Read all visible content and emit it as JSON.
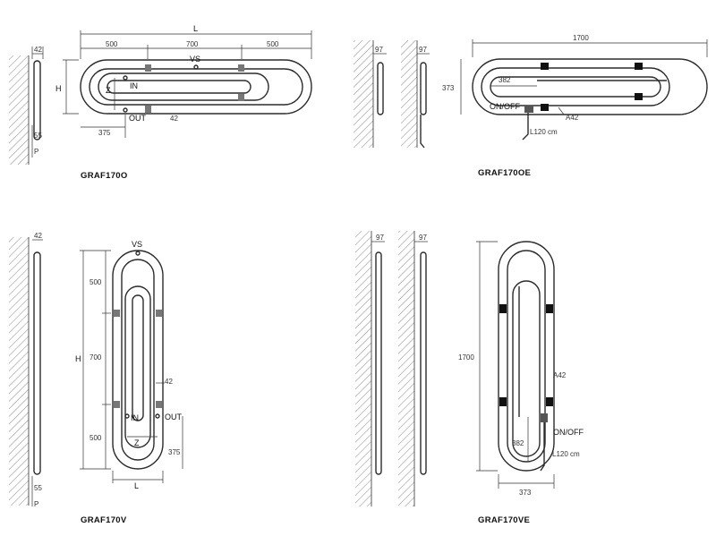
{
  "models": {
    "tl": {
      "title": "GRAF170O"
    },
    "tr": {
      "title": "GRAF170OE"
    },
    "bl": {
      "title": "GRAF170V"
    },
    "br": {
      "title": "GRAF170VE"
    }
  },
  "labels": {
    "L": "L",
    "H": "H",
    "Z": "Z",
    "P": "P",
    "VS": "VS",
    "IN": "IN",
    "OUT": "OUT",
    "d42": "42",
    "d97": "97",
    "d55": "55",
    "d375": "375",
    "d500": "500",
    "d700": "700",
    "d1700": "1700",
    "d373": "373",
    "d382": "382",
    "A42": "A42",
    "onoff": "ON/OFF",
    "cable": "L120 cm"
  },
  "colors": {
    "line": "#2b2b2b",
    "block": "#111111"
  }
}
